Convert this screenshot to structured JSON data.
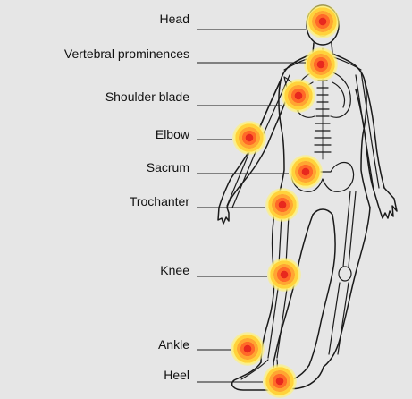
{
  "figure": {
    "background": "#e6e6e6",
    "outline_color": "#1a1a1a",
    "marker_colors": [
      "#fff176",
      "#ffd23c",
      "#ffa532",
      "#ff6a28",
      "#e8281e"
    ]
  },
  "labels": {
    "head": "Head",
    "vertebral_prominences": "Vertebral prominences",
    "shoulder_blade": "Shoulder blade",
    "elbow": "Elbow",
    "sacrum": "Sacrum",
    "trochanter": "Trochanter",
    "knee": "Knee",
    "ankle": "Ankle",
    "heel": "Heel"
  }
}
